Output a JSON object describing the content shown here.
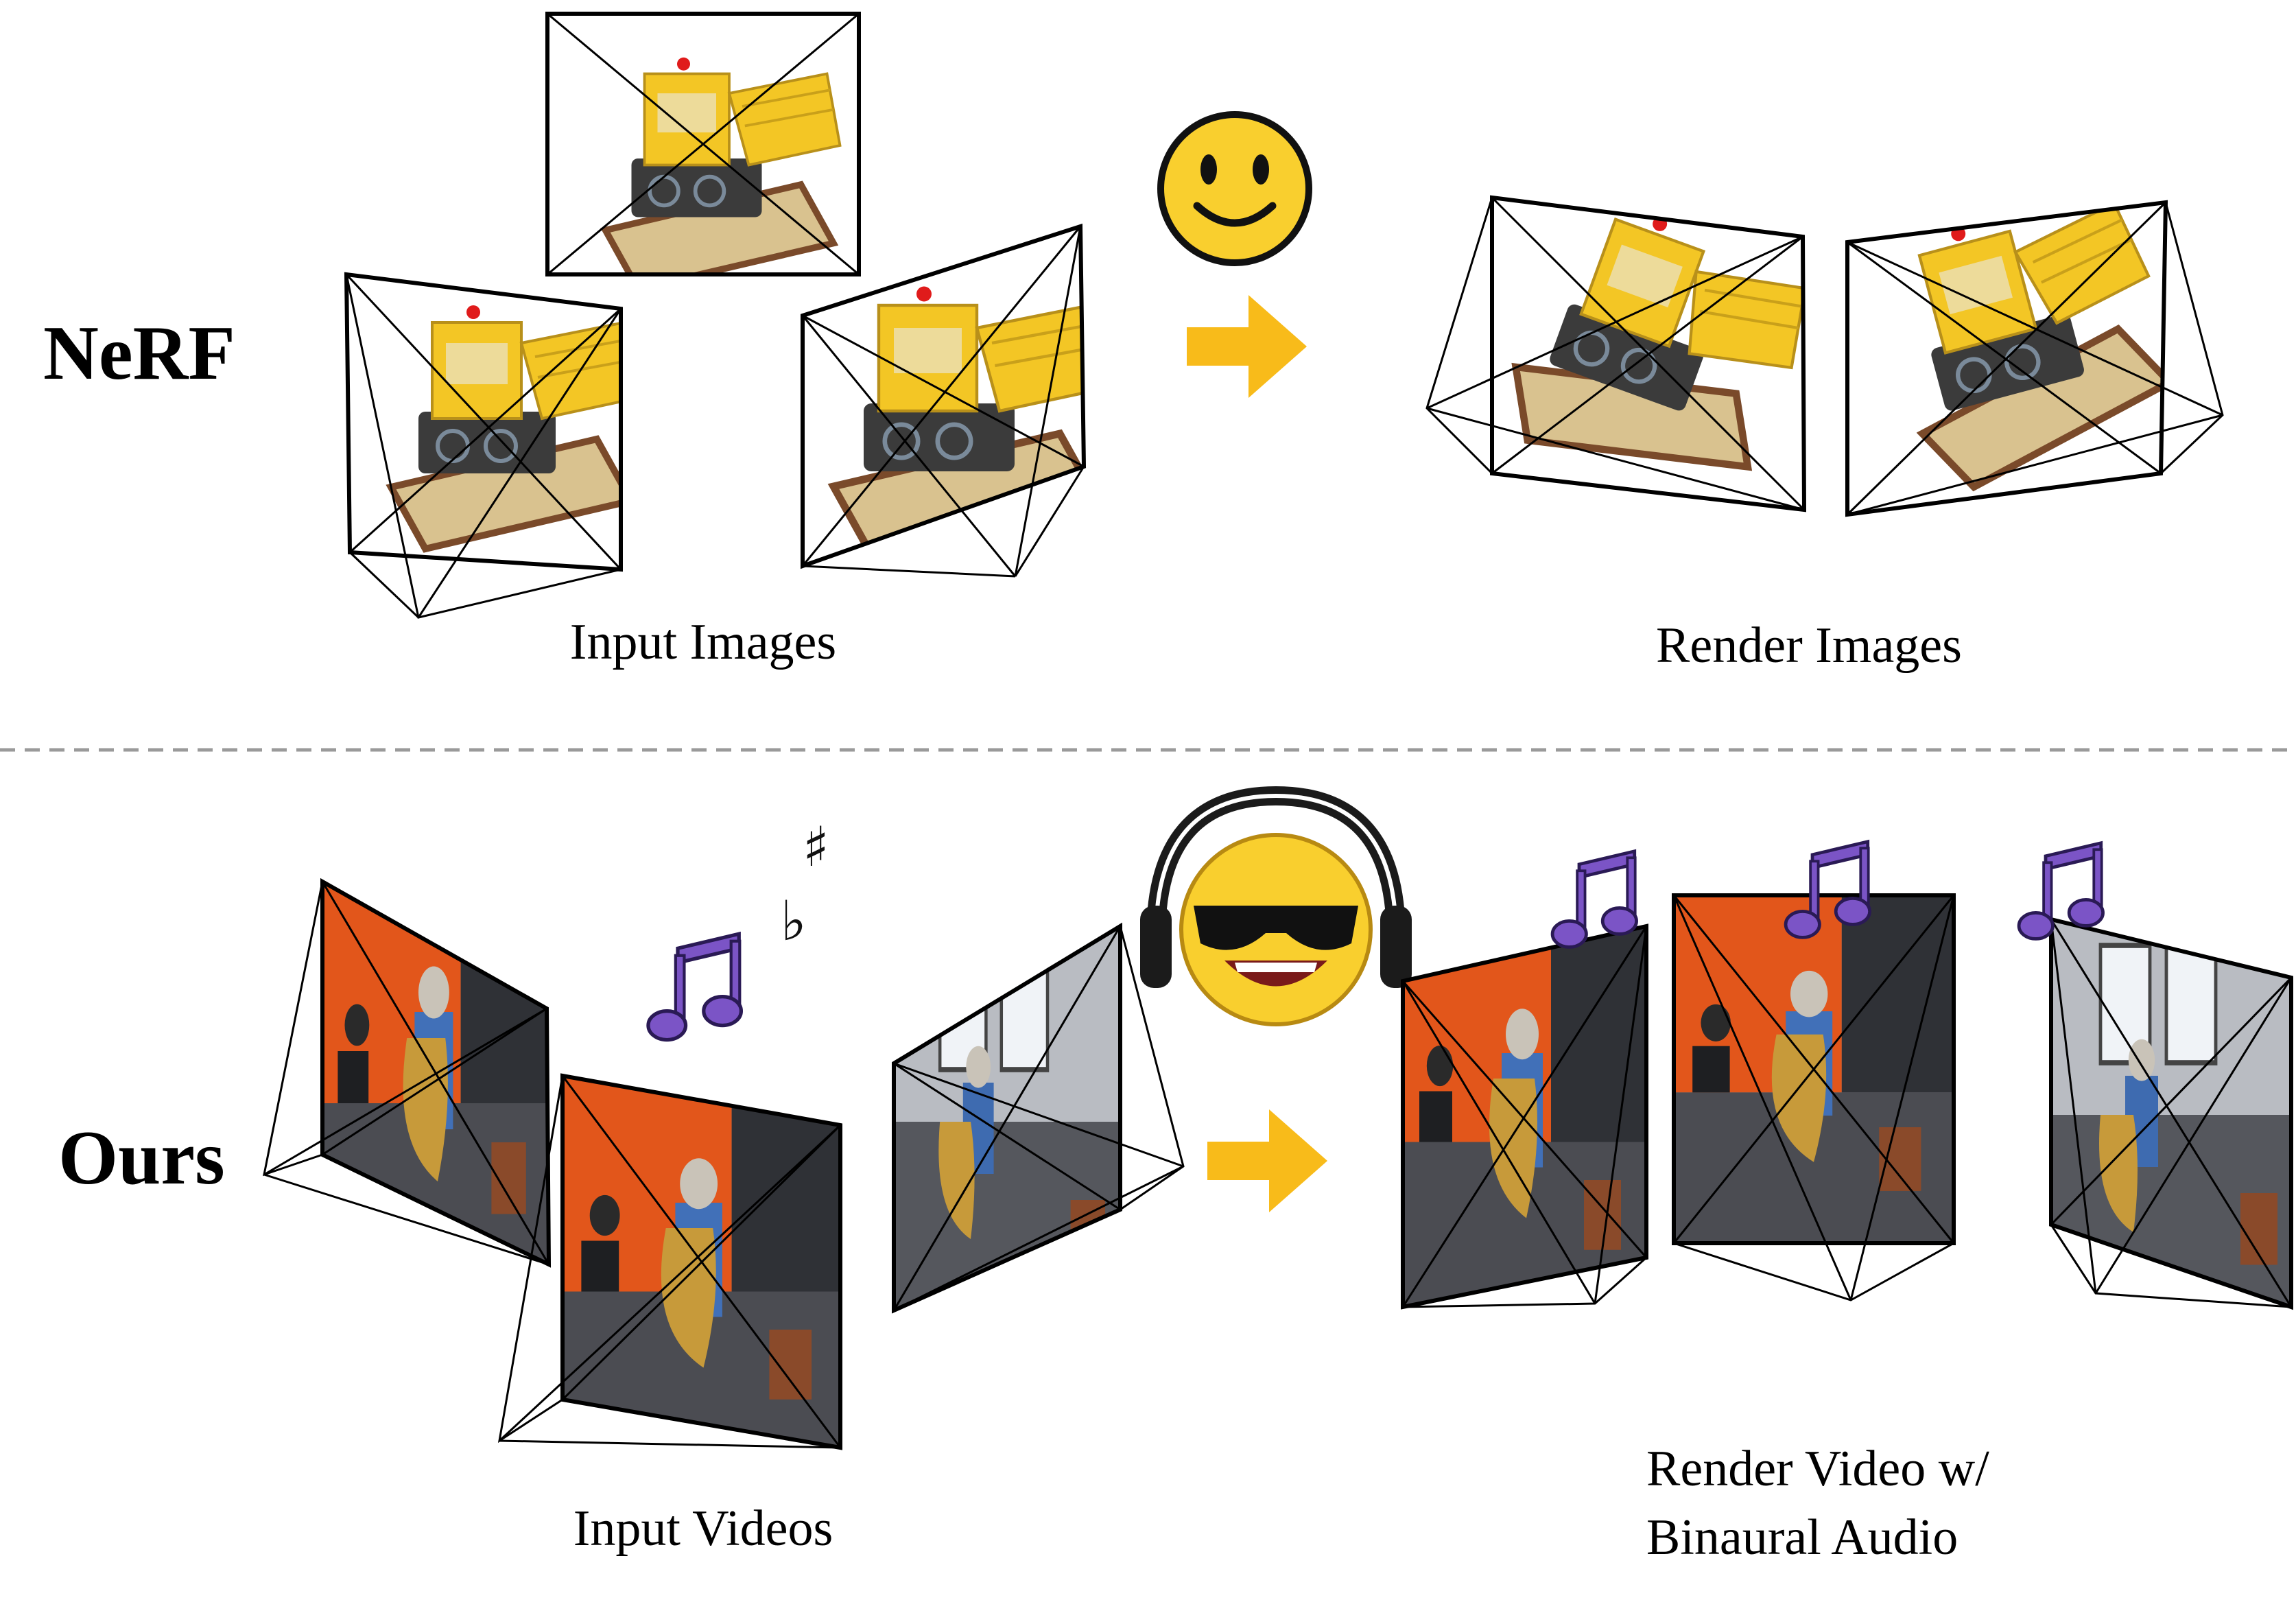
{
  "rows": {
    "top": {
      "label": "NeRF",
      "input_caption": "Input Images",
      "output_caption": "Render Images",
      "emoji": "smile-face-icon"
    },
    "bottom": {
      "label": "Ours",
      "input_caption": "Input Videos",
      "output_caption_line1": "Render Video w/",
      "output_caption_line2": "Binaural Audio",
      "emoji": "cool-face-headphones-icon",
      "sharp_symbol": "♯",
      "flat_symbol": "♭"
    }
  },
  "icons": [
    "smile-face-icon",
    "cool-face-headphones-icon",
    "music-notes-icon",
    "arrow-right-icon",
    "camera-frustum-icon"
  ],
  "colors": {
    "arrow": "#F8BB1A",
    "music_note": "#7B54C6",
    "face": "#F9CF2E",
    "orange_wall": "#E2561B",
    "lego_yellow": "#F3C625",
    "divider": "#9A9A9A"
  }
}
